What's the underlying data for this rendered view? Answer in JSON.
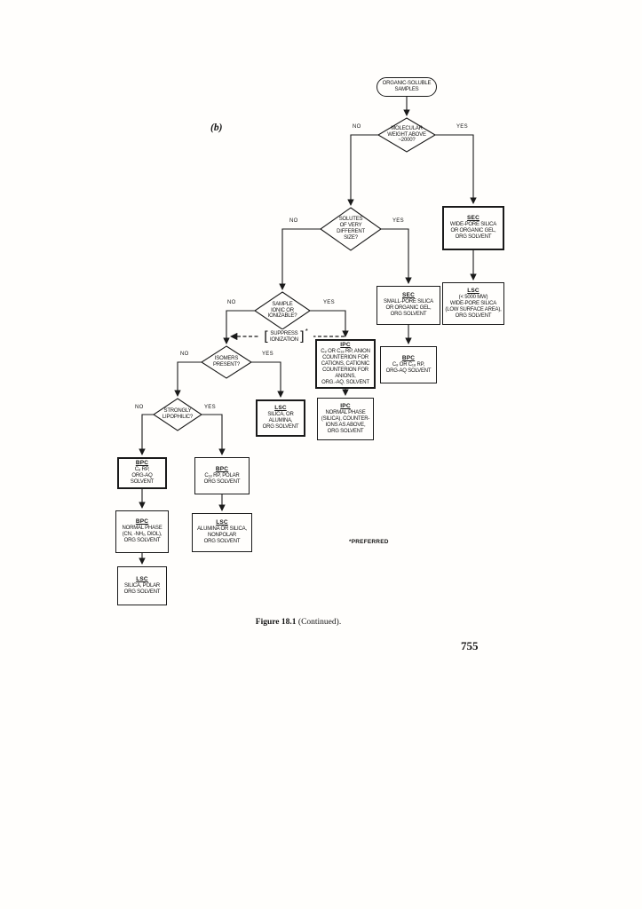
{
  "page": {
    "label_b": "(b)",
    "caption_bold": "Figure 18.1",
    "caption_rest": "(Continued).",
    "page_number": "755",
    "footnote": "*PREFERRED"
  },
  "edge_labels": {
    "no": "NO",
    "yes": "YES"
  },
  "suppress": {
    "open_bracket": "[",
    "text": "SUPPRESS\nIONIZATION",
    "close_bracket": "]",
    "asterisk": "*"
  },
  "nodes": {
    "start": {
      "text": "ORGANIC-SOLUBLE\nSAMPLES"
    },
    "d_mw": {
      "text": "MOLECULAR\nWEIGHT ABOVE\n~2000?"
    },
    "d_solutes": {
      "text": "SOLUTES\nOF VERY\nDIFFERENT\nSIZE?"
    },
    "d_ionic": {
      "text": "SAMPLE\nIONIC OR\nIONIZABLE?"
    },
    "d_isomers": {
      "text": "ISOMERS\nPRESENT?"
    },
    "d_lipophilic": {
      "text": "STRONGLY\nLIPOPHILIC?"
    },
    "sec_wide": {
      "title": "SEC",
      "body": "WIDE-PORE SILICA\nOR ORGANIC GEL,\nORG SOLVENT"
    },
    "lsc_wide": {
      "title": "LSC",
      "body": "(< 5000 MW)\nWIDE-PORE SILICA\n(LOW SURFACE AREA),\nORG SOLVENT"
    },
    "sec_small": {
      "title": "SEC",
      "body": "SMALL-PORE SILICA\nOR ORGANIC GEL,\nORG SOLVENT"
    },
    "bpc_c8c18": {
      "title": "BPC",
      "body": "C₈ OR C₁₈ RP,\nORG-AQ SOLVENT"
    },
    "ipc_rp": {
      "title": "IPC",
      "body": "C₈ OR C₁₈ RP, ANION\nCOUNTERION FOR\nCATIONS, CATIONIC\nCOUNTERION FOR ANIONS,\nORG.-AQ. SOLVENT"
    },
    "ipc_np": {
      "title": "IPC",
      "body": "NORMAL PHASE\n(SILICA), COUNTER-\nIONS AS ABOVE,\nORG SOLVENT"
    },
    "lsc_silica_alumina": {
      "title": "LSC",
      "body": "SILICA, OR\nALUMINA,\nORG SOLVENT"
    },
    "bpc_c8": {
      "title": "BPC",
      "body": "C₈ RP,\nORG-AQ SOLVENT"
    },
    "bpc_c18": {
      "title": "BPC",
      "body": "C₁₈ RP, POLAR\nORG SOLVENT"
    },
    "bpc_np": {
      "title": "BPC",
      "body": "NORMAL PHASE\n(CN, -NH₂, DIOL),\nORG SOLVENT"
    },
    "lsc_polar": {
      "title": "LSC",
      "body": "SILICA, POLAR\nORG SOLVENT"
    },
    "lsc_alumina": {
      "title": "LSC",
      "body": "ALUMINA OR SILICA,\nNONPOLAR\nORG SOLVENT"
    }
  }
}
